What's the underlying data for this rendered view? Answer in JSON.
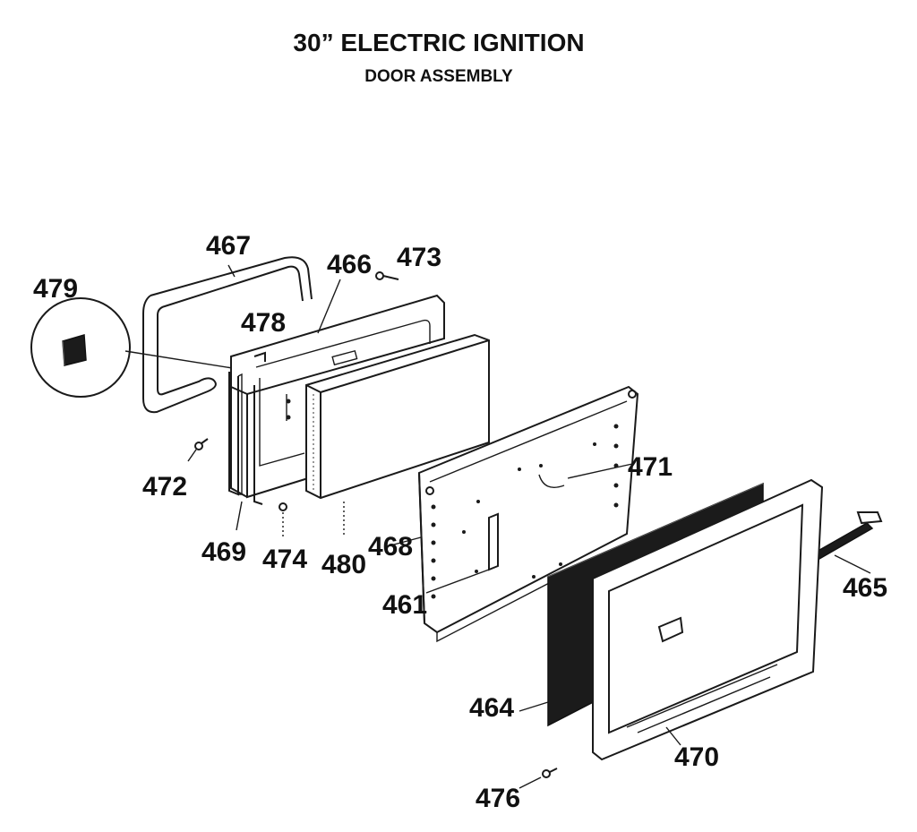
{
  "title": "30” ELECTRIC IGNITION",
  "subtitle": "DOOR ASSEMBLY",
  "callouts": {
    "p461": "461",
    "p464": "464",
    "p465": "465",
    "p466": "466",
    "p467": "467",
    "p468": "468",
    "p469": "469",
    "p470": "470",
    "p471": "471",
    "p472": "472",
    "p473": "473",
    "p474": "474",
    "p476": "476",
    "p478": "478",
    "p479": "479",
    "p480": "480"
  }
}
